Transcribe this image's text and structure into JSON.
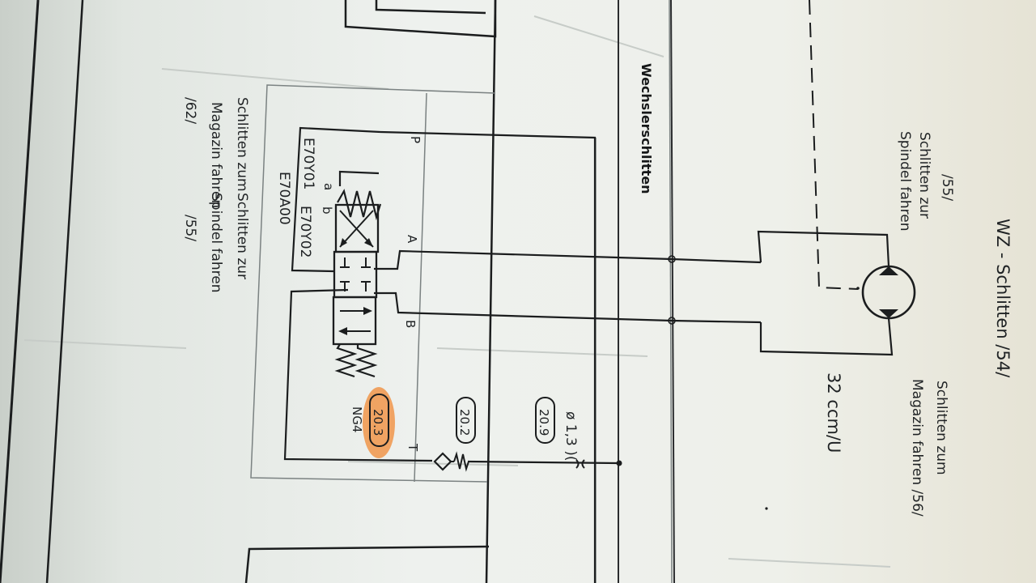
{
  "circuit": {
    "section_label": "Wechslerschlitten",
    "motor_title": "WZ - Schlitten  /54/",
    "motor_displacement": "32 ccm/U",
    "motor_note_spindle_ref": "/55/",
    "motor_note_spindle": [
      "Schlitten zur",
      "Spindel fahren"
    ],
    "motor_note_magazine": [
      "Schlitten zum",
      "Magazin fahren  /56/"
    ],
    "valve_port_p": "P",
    "valve_port_a": "A",
    "valve_port_b": "B",
    "valve_port_t": "T",
    "valve_id": "E70A00",
    "solenoid_a_id": "E70Y01",
    "solenoid_b_id": "E70Y02",
    "solenoid_a_letter": "a",
    "solenoid_b_letter": "b",
    "function_a": [
      "Schlitten zum",
      "Magazin fahren",
      "/62/"
    ],
    "function_b": [
      "Schlitten zur",
      "Spindel fahren",
      "/55/"
    ],
    "ref_valve": "20.3",
    "ref_valve_size": "NG4",
    "ref_check": "20.2",
    "ref_orifice": "20.9",
    "orifice_label": "ø 1,3 )("
  },
  "colors": {
    "ink": "#1b1d1e",
    "paper": "#eef1ee",
    "highlight": "#f08a34"
  }
}
